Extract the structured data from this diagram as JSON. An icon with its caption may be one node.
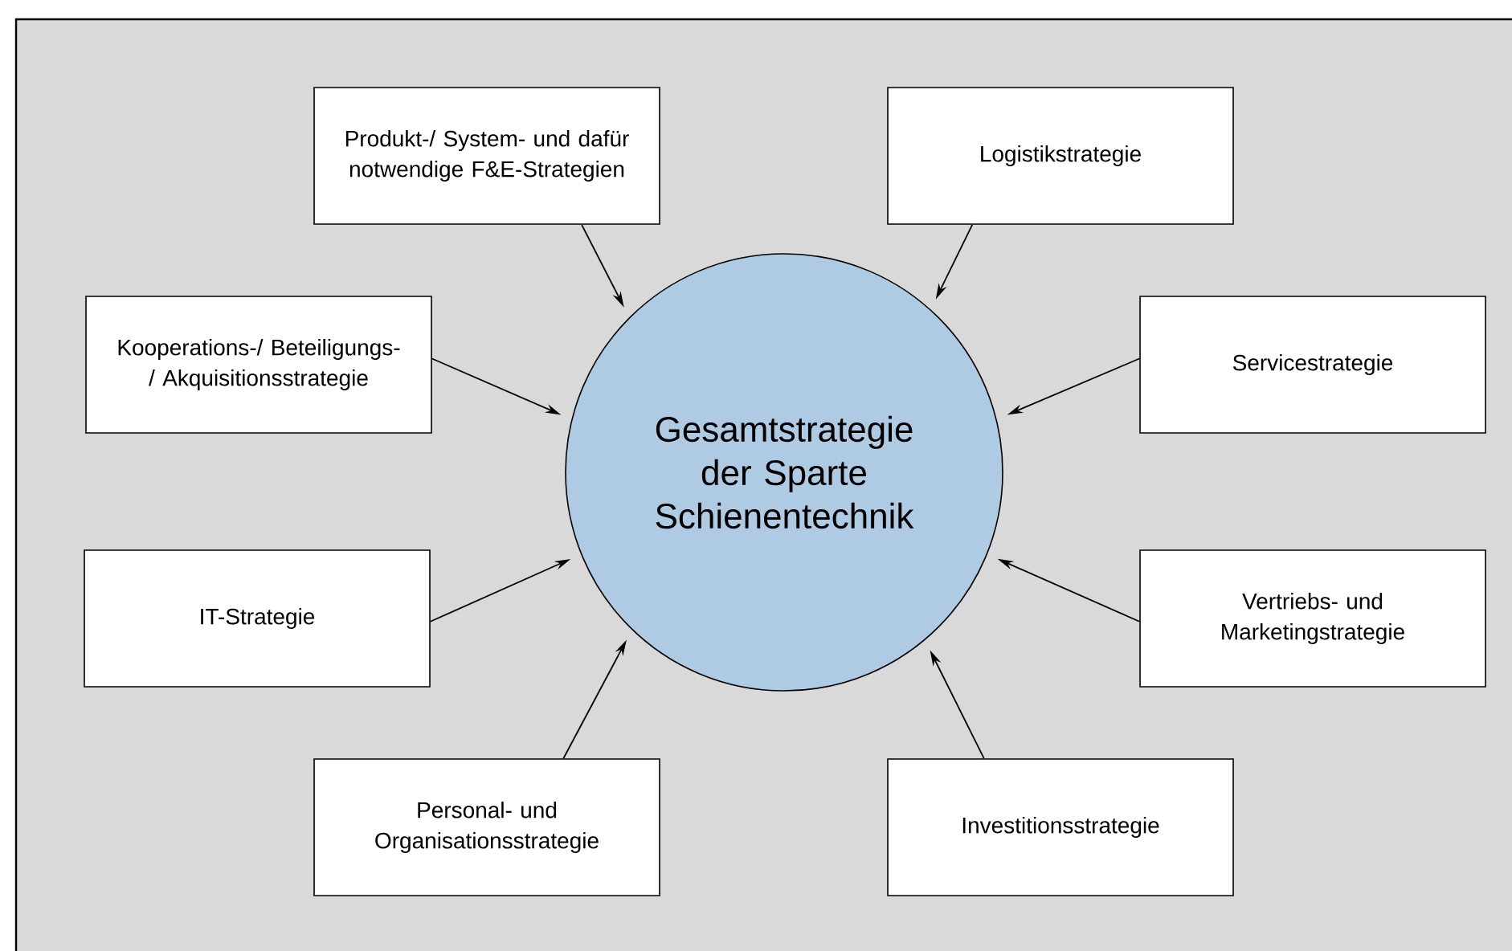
{
  "diagram": {
    "nodes": [
      {
        "text": [
          "Produkt-/ System- und dafür notwendige F&E-Strategien"
        ]
      },
      {
        "text": [
          "Logistikstrategie"
        ]
      },
      {
        "text": [
          "Kooperations-/ Beteiligungs-/ Akquisitionsstrategie"
        ]
      },
      {
        "text": [
          "Servicestrategie"
        ]
      },
      {
        "text": [
          "IT-Strategie"
        ]
      },
      {
        "text": [
          "Vertriebs- und Marketingstrategie"
        ]
      },
      {
        "text": [
          "Personal- und Organisationsstrategie"
        ]
      },
      {
        "text": [
          "Investitionsstrategie"
        ]
      },
      {
        "text": [
          "Gesamtstrategie der Sparte Schienentechnik"
        ]
      }
    ],
    "edges": [
      {
        "from": 0,
        "to": 8,
        "arrow": "to"
      },
      {
        "from": 1,
        "to": 8,
        "arrow": "to"
      },
      {
        "from": 2,
        "to": 8,
        "arrow": "to"
      },
      {
        "from": 3,
        "to": 8,
        "arrow": "to"
      },
      {
        "from": 4,
        "to": 8,
        "arrow": "to"
      },
      {
        "from": 5,
        "to": 8,
        "arrow": "to"
      },
      {
        "from": 6,
        "to": 8,
        "arrow": "to"
      },
      {
        "from": 7,
        "to": 8,
        "arrow": "to"
      }
    ]
  }
}
